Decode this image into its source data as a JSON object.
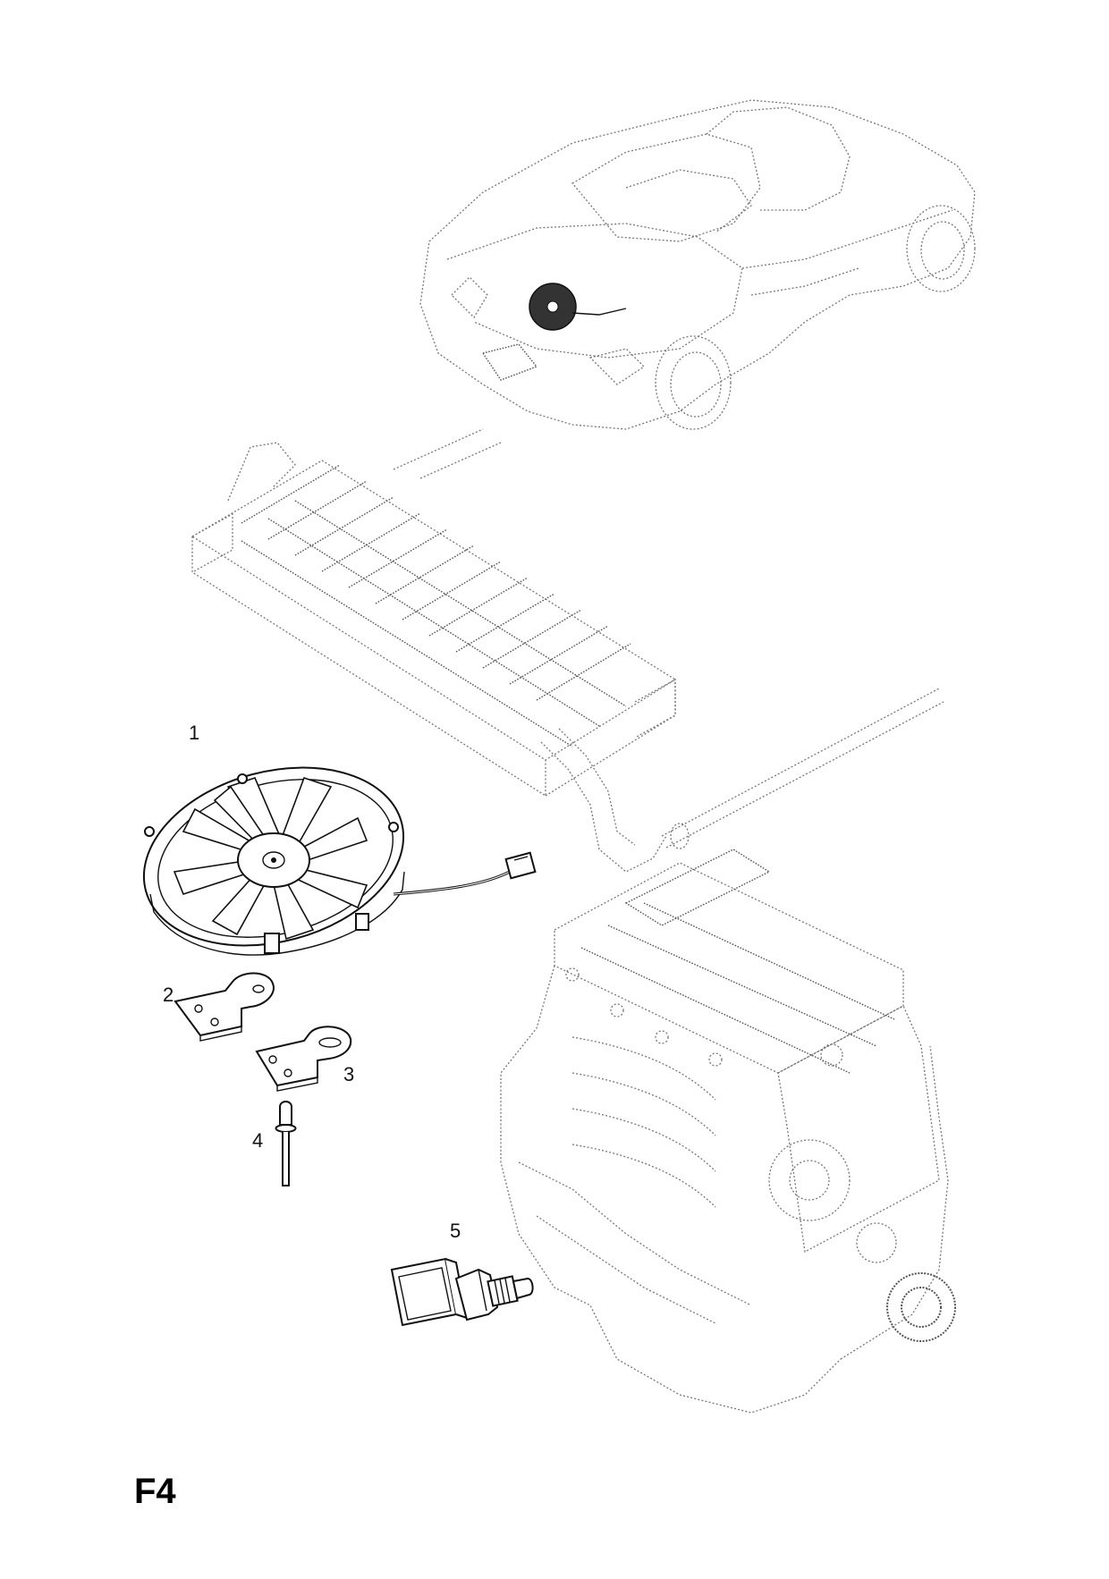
{
  "diagram": {
    "sheet_id": "F4",
    "callouts": [
      {
        "id": "1"
      },
      {
        "id": "2"
      },
      {
        "id": "3"
      },
      {
        "id": "4"
      },
      {
        "id": "5"
      }
    ]
  },
  "colors": {
    "line": "#111111",
    "ghost_line": "#777777",
    "background": "#ffffff"
  }
}
